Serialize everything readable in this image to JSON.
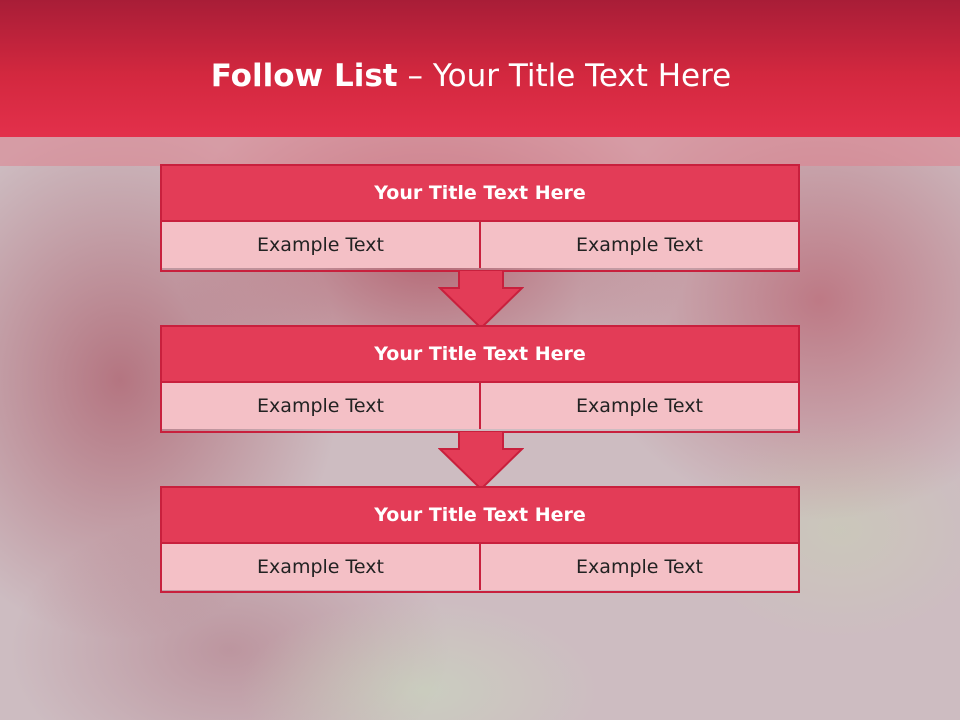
{
  "slide": {
    "title_bold": "Follow List",
    "title_separator": " – ",
    "title_rest": "Your Title Text Here"
  },
  "blocks": [
    {
      "title": "Your Title Text Here",
      "cells": [
        "Example Text",
        "Example Text"
      ]
    },
    {
      "title": "Your Title Text Here",
      "cells": [
        "Example Text",
        "Example Text"
      ]
    },
    {
      "title": "Your Title Text Here",
      "cells": [
        "Example Text",
        "Example Text"
      ]
    }
  ],
  "colors": {
    "header": "#d3283f",
    "block_title": "#e33c57",
    "block_cell": "#f4c0c6",
    "border": "#c8203d"
  },
  "icons": [
    "down-arrow-icon",
    "down-arrow-icon"
  ]
}
